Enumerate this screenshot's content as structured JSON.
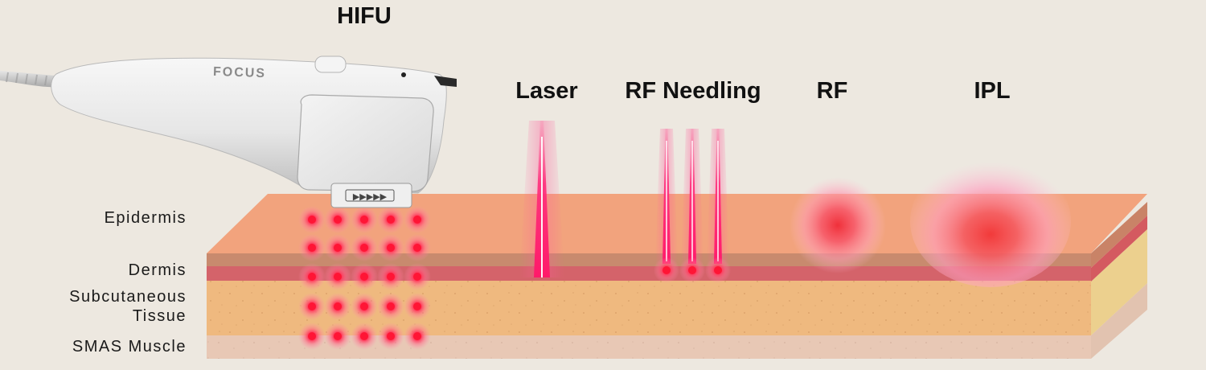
{
  "techniques": {
    "hifu": "HIFU",
    "laser": "Laser",
    "rf_needling": "RF Needling",
    "rf": "RF",
    "ipl": "IPL"
  },
  "layers": {
    "epidermis": "Epidermis",
    "dermis": "Dermis",
    "subcutaneous_line1": "Subcutaneous",
    "subcutaneous_line2": "Tissue",
    "smas": "SMAS Muscle"
  },
  "device": {
    "brand": "FOCUS"
  },
  "colors": {
    "background": "#ede8e0",
    "epidermis": "#f2a37d",
    "dermis": "#d4636a",
    "subcutaneous": "#efb97f",
    "smas": "#e8c8b5",
    "energy": "#ff2d6a"
  }
}
